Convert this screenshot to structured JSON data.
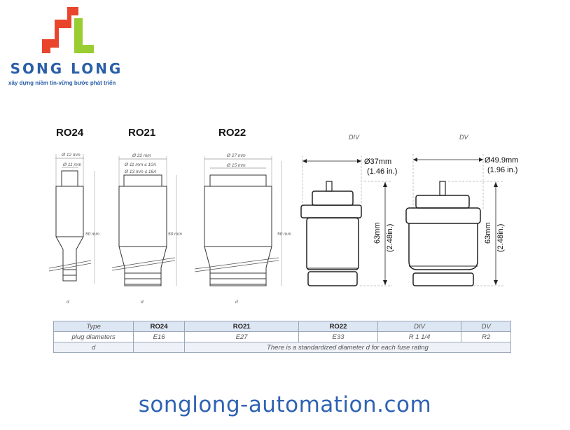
{
  "logo": {
    "brand": "SONG LONG",
    "tagline": "xây dựng niềm tin-vững bước phát triển",
    "colors": {
      "red": "#e8452c",
      "green": "#9acd32",
      "blue": "#2a5fa8"
    }
  },
  "drawings": {
    "ro24": {
      "title": "RO24",
      "dim_top": "Ø 12 mm",
      "dim_sub": "Ø 11 mm",
      "height": "50 mm",
      "d": "d"
    },
    "ro21": {
      "title": "RO21",
      "dim_top": "Ø 22 mm",
      "dim_sub1": "Ø 11 mm ≤ 10A",
      "dim_sub2": "Ø 13 mm ≤ 16A",
      "height": "50 mm",
      "d": "d"
    },
    "ro22": {
      "title": "RO22",
      "dim_top": "Ø 27 mm",
      "dim_sub": "Ø 15 mm",
      "height": "50 mm",
      "d": "d"
    },
    "div": {
      "title": "DIV",
      "diameter": "Ø37mm",
      "diameter_in": "(1.46 in.)",
      "height": "63mm",
      "height_in": "(2.48in.)"
    },
    "dv": {
      "title": "DV",
      "diameter": "Ø49.9mm",
      "diameter_in": "(1.96 in.)",
      "height": "63mm",
      "height_in": "(2.48in.)"
    }
  },
  "table": {
    "type_label": "Type",
    "ro24": "RO24",
    "ro21": "RO21",
    "ro22": "RO22",
    "div": "DIV",
    "dv": "DV",
    "plug_label": "plug diameters",
    "plug_ro24": "E16",
    "plug_ro21": "E27",
    "plug_ro22": "E33",
    "plug_div": "R 1 1/4",
    "plug_dv": "R2",
    "d_label": "d",
    "d_note": "There is a standardized diameter d for each fuse rating"
  },
  "footer": {
    "url": "songlong-automation.com"
  }
}
